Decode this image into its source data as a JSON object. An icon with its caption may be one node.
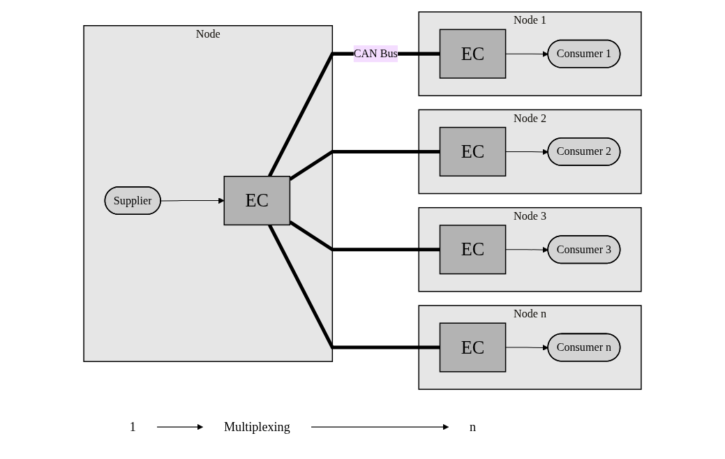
{
  "diagram": {
    "nodes": [
      {
        "text": [
          "1"
        ]
      },
      {
        "text": [
          "Multiplexing"
        ]
      },
      {
        "text": [
          "n"
        ]
      },
      {
        "text": [
          "Node"
        ]
      },
      {
        "text": [
          "Supplier"
        ],
        "in": 3
      },
      {
        "text": [
          "EC"
        ],
        "in": 3
      },
      {
        "text": [
          "Node 1"
        ]
      },
      {
        "text": [
          "EC"
        ],
        "in": 6
      },
      {
        "text": [
          "Consumer 1"
        ],
        "in": 6
      },
      {
        "text": [
          "Node 2"
        ]
      },
      {
        "text": [
          "EC"
        ],
        "in": 9
      },
      {
        "text": [
          "Consumer 2"
        ],
        "in": 9
      },
      {
        "text": [
          "Node 3"
        ]
      },
      {
        "text": [
          "EC"
        ],
        "in": 12
      },
      {
        "text": [
          "Consumer 3"
        ],
        "in": 12
      },
      {
        "text": [
          "Node n"
        ]
      },
      {
        "text": [
          "EC"
        ],
        "in": 15
      },
      {
        "text": [
          "Consumer n"
        ],
        "in": 15
      }
    ],
    "edges": [
      {
        "from": 0,
        "to": 1,
        "arrow": "to"
      },
      {
        "from": 1,
        "to": 2,
        "arrow": "to"
      },
      {
        "from": 4,
        "to": 5,
        "arrow": "to"
      },
      {
        "from": 5,
        "to": 7,
        "arrow": "none",
        "label": "CAN Bus",
        "style": "thick"
      },
      {
        "from": 5,
        "to": 10,
        "arrow": "none",
        "style": "thick"
      },
      {
        "from": 5,
        "to": 13,
        "arrow": "none",
        "style": "thick"
      },
      {
        "from": 5,
        "to": 16,
        "arrow": "none",
        "style": "thick"
      },
      {
        "from": 7,
        "to": 8,
        "arrow": "to"
      },
      {
        "from": 10,
        "to": 11,
        "arrow": "to"
      },
      {
        "from": 13,
        "to": 14,
        "arrow": "to"
      },
      {
        "from": 16,
        "to": 17,
        "arrow": "to"
      }
    ]
  }
}
